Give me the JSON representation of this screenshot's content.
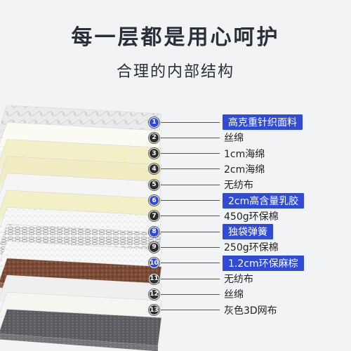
{
  "heading": "每一层都是用心呵护",
  "subheading": "合理的内部结构",
  "layers": [
    {
      "num": "1",
      "text": "高克重针织面料",
      "highlight": true
    },
    {
      "num": "2",
      "text": "丝绵",
      "highlight": false
    },
    {
      "num": "3",
      "text": "1cm海绵",
      "highlight": false
    },
    {
      "num": "4",
      "text": "2cm海绵",
      "highlight": false
    },
    {
      "num": "5",
      "text": "无纺布",
      "highlight": false
    },
    {
      "num": "6",
      "text": "2cm高含量乳胶",
      "highlight": true
    },
    {
      "num": "7",
      "text": "450g环保棉",
      "highlight": false
    },
    {
      "num": "8",
      "text": "独袋弹簧",
      "highlight": true
    },
    {
      "num": "9",
      "text": "250g环保棉",
      "highlight": false
    },
    {
      "num": "10",
      "text": "1.2cm环保麻棕",
      "highlight": true
    },
    {
      "num": "11",
      "text": "无纺布",
      "highlight": false
    },
    {
      "num": "12",
      "text": "丝绵",
      "highlight": false
    },
    {
      "num": "13",
      "text": "灰色3D网布",
      "highlight": false
    }
  ],
  "colors": {
    "highlight": "#2f4bd8",
    "background": "#f2f3f5",
    "text": "#2a2f3a"
  }
}
